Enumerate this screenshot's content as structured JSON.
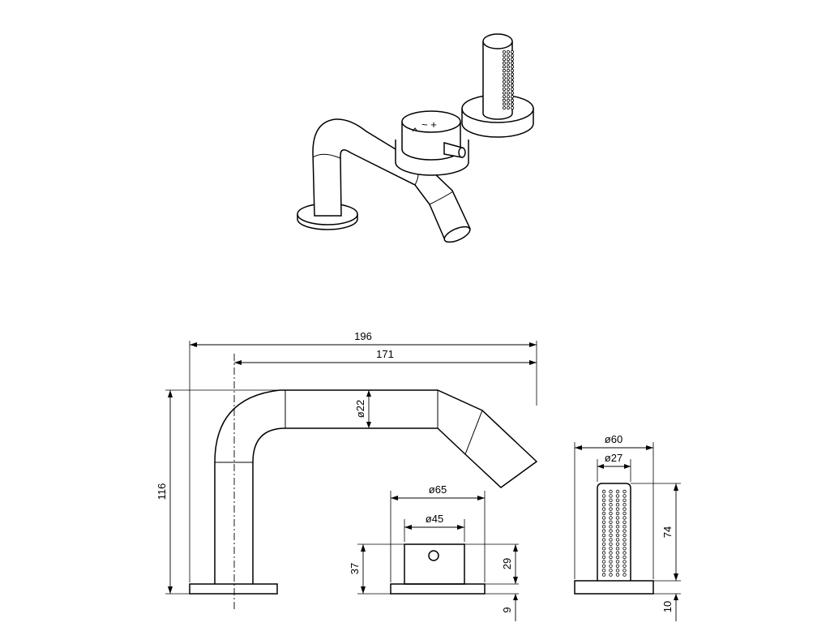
{
  "dimensions": {
    "spout_total_length": "196",
    "spout_projection": "171",
    "spout_height": "116",
    "spout_diameter": "ø22",
    "mixer_base_diameter": "ø65",
    "mixer_body_diameter": "ø45",
    "mixer_total_height": "37",
    "mixer_body_height": "29",
    "mixer_base_height": "9",
    "shower_base_diameter": "ø60",
    "shower_handle_diameter": "ø27",
    "shower_handle_height": "74",
    "shower_base_height": "10"
  },
  "colors": {
    "line": "#000000",
    "background": "#ffffff"
  }
}
